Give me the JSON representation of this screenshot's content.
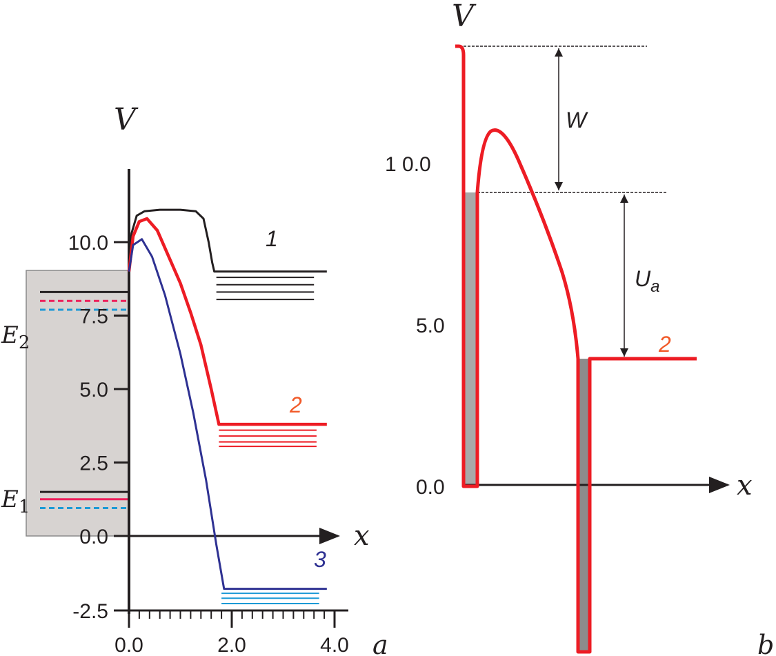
{
  "chart_data": [
    {
      "type": "line",
      "panel": "a",
      "panel_label": "a",
      "ylabel": "V",
      "xlabel": "x",
      "xlim": [
        0,
        4.2
      ],
      "ylim": [
        -2.5,
        12
      ],
      "xticks": [
        "0.0",
        "2.0",
        "4.0"
      ],
      "xtick_values": [
        0,
        2,
        4
      ],
      "yticks": [
        "-2.5",
        "0.0",
        "2.5",
        "5.0",
        "7.5",
        "10.0"
      ],
      "ytick_values": [
        -2.5,
        0,
        2.5,
        5,
        7.5,
        10
      ],
      "level_labels": {
        "E2": "E",
        "E2_sub": "2",
        "E1": "E",
        "E1_sub": "1"
      },
      "well_region": {
        "ymin": 0,
        "ymax": 9.1
      },
      "well_levels": [
        {
          "y": 8.3,
          "color": "#231f20",
          "style": "solid"
        },
        {
          "y": 8.0,
          "color": "#ed1e5a",
          "style": "dashed"
        },
        {
          "y": 7.7,
          "color": "#1c9ad6",
          "style": "dashed"
        },
        {
          "y": 1.5,
          "color": "#231f20",
          "style": "solid"
        },
        {
          "y": 1.25,
          "color": "#ed1e5a",
          "style": "solid"
        },
        {
          "y": 0.95,
          "color": "#1c9ad6",
          "style": "dashed"
        }
      ],
      "series": [
        {
          "name": "1",
          "color": "#231f20",
          "label_color": "#231f20",
          "x": [
            0,
            0.05,
            0.15,
            0.3,
            0.6,
            1.0,
            1.3,
            1.45,
            1.55,
            1.62,
            1.66,
            3.85
          ],
          "y": [
            9.0,
            10.3,
            10.9,
            11.05,
            11.1,
            11.1,
            11.05,
            10.8,
            10.0,
            9.3,
            9.0,
            9.0
          ],
          "sublevels": [
            8.8,
            8.55,
            8.3,
            8.05
          ],
          "sub_x": [
            1.7,
            3.6
          ],
          "sub_color": "#231f20"
        },
        {
          "name": "2",
          "color": "#ed1c24",
          "label_color": "#f15a29",
          "x": [
            0,
            0.08,
            0.2,
            0.35,
            0.55,
            0.8,
            1.0,
            1.2,
            1.4,
            1.6,
            1.75,
            3.85
          ],
          "y": [
            9.0,
            10.2,
            10.7,
            10.8,
            10.4,
            9.4,
            8.6,
            7.6,
            6.5,
            5.0,
            3.8,
            3.8
          ],
          "sublevels": [
            3.6,
            3.4,
            3.2,
            3.05
          ],
          "sub_x": [
            1.75,
            3.65
          ],
          "sub_color": "#ed1c24"
        },
        {
          "name": "3",
          "color": "#2e3192",
          "label_color": "#2e3192",
          "x": [
            0,
            0.08,
            0.25,
            0.45,
            0.7,
            1.0,
            1.25,
            1.5,
            1.7,
            1.85,
            3.85
          ],
          "y": [
            9.0,
            9.9,
            10.1,
            9.5,
            8.2,
            6.2,
            4.2,
            1.9,
            -0.3,
            -1.8,
            -1.8
          ],
          "sublevels": [
            -1.95,
            -2.12,
            -2.3
          ],
          "sub_x": [
            1.8,
            3.7
          ],
          "sub_color": "#1c9ad6"
        }
      ]
    },
    {
      "type": "diagram",
      "panel": "b",
      "panel_label": "b",
      "ylabel": "V",
      "xlabel": "x",
      "yticks": [
        "1 0.0",
        "5.0",
        "0.0"
      ],
      "annotations": {
        "W": "W",
        "Ua": "U",
        "Ua_sub": "a",
        "curve": "2"
      },
      "curve_color": "#ed1c24",
      "label_color": "#f15a29"
    }
  ]
}
